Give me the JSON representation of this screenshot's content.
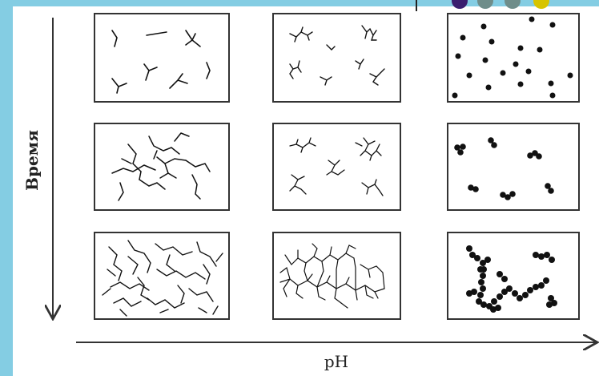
{
  "y_axis_label": "Время",
  "x_axis_label": "pH",
  "decor_circles": [
    "#3a1d6e",
    "#6f8d8a",
    "#6f8d8a",
    "#d7c400"
  ],
  "panels": [
    {
      "row": 1,
      "col": 1,
      "content": "short-branched-fibers"
    },
    {
      "row": 1,
      "col": 2,
      "content": "small-branched-clusters"
    },
    {
      "row": 1,
      "col": 3,
      "content": "dispersed-particles"
    },
    {
      "row": 2,
      "col": 1,
      "content": "fiber-network-forming"
    },
    {
      "row": 2,
      "col": 2,
      "content": "larger-branched-clusters"
    },
    {
      "row": 2,
      "col": 3,
      "content": "particle-aggregates"
    },
    {
      "row": 3,
      "col": 1,
      "content": "dense-fiber-network"
    },
    {
      "row": 3,
      "col": 2,
      "content": "connected-cluster-network"
    },
    {
      "row": 3,
      "col": 3,
      "content": "particle-chains"
    }
  ]
}
